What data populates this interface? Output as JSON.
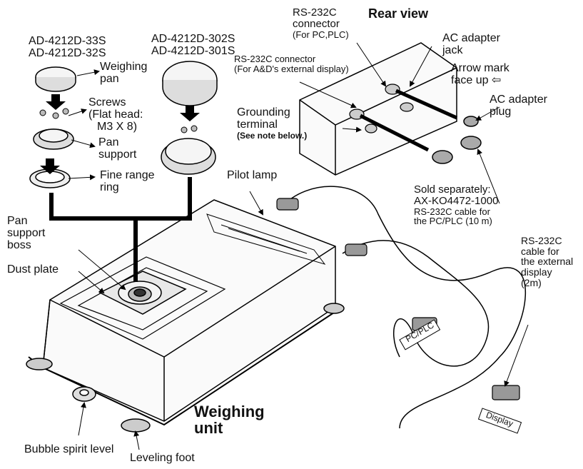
{
  "models": {
    "left": [
      "AD-4212D-33S",
      "AD-4212D-32S"
    ],
    "right": [
      "AD-4212D-302S",
      "AD-4212D-301S"
    ]
  },
  "labels": {
    "weighing_pan": [
      "Weighing",
      "pan"
    ],
    "screws": [
      "Screws",
      "(Flat head:",
      "M3 X 8)"
    ],
    "pan_support": [
      "Pan",
      "support"
    ],
    "fine_range_ring": [
      "Fine range",
      "ring"
    ],
    "pilot_lamp": "Pilot lamp",
    "pan_support_boss": [
      "Pan",
      "support",
      "boss"
    ],
    "dust_plate": "Dust plate",
    "weighing_unit": [
      "Weighing",
      "unit"
    ],
    "bubble_spirit_level": "Bubble spirit level",
    "leveling_foot": "Leveling foot",
    "rear_view": "Rear view",
    "rs232c_connector_pc": [
      "RS-232C",
      "connector",
      "(For PC,PLC)"
    ],
    "rs232c_connector_display": [
      "RS-232C connector",
      "(For A&D's external display)"
    ],
    "ac_adapter_jack": [
      "AC adapter",
      "jack"
    ],
    "arrow_mark": [
      "Arrow mark",
      "face up ⇦"
    ],
    "ac_adapter_plug": [
      "AC adapter",
      "plug"
    ],
    "grounding_terminal": [
      "Grounding",
      "terminal",
      "(See note below.)"
    ],
    "sold_separately": [
      "Sold separately:",
      "AX-KO4472-1000",
      "RS-232C cable for",
      "the PC/PLC  (10 m)"
    ],
    "display_cable": [
      "RS-232C",
      "cable for",
      "the external",
      "display",
      "(2m)"
    ],
    "cable_tags": {
      "pc_plc": "PC/PLC",
      "display": "Display"
    }
  }
}
